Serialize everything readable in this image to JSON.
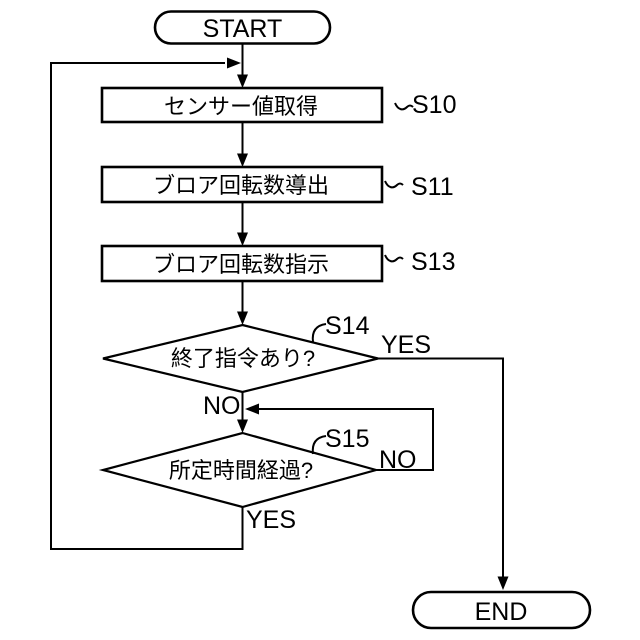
{
  "figure": {
    "background_color": "#ffffff",
    "line_color": "#000000",
    "terminals": {
      "start_label": "START",
      "end_label": "END"
    },
    "processes": [
      {
        "label": "センサー値取得",
        "ref": "S10"
      },
      {
        "label": "ブロア回転数導出",
        "ref": "S11"
      },
      {
        "label": "ブロア回転数指示",
        "ref": "S13"
      }
    ],
    "decisions": [
      {
        "label": "終了指令あり?",
        "ref": "S14",
        "yes_label": "YES",
        "no_label": "NO"
      },
      {
        "label": "所定時間経過?",
        "ref": "S15",
        "yes_label": "YES",
        "no_label": "NO"
      }
    ]
  }
}
